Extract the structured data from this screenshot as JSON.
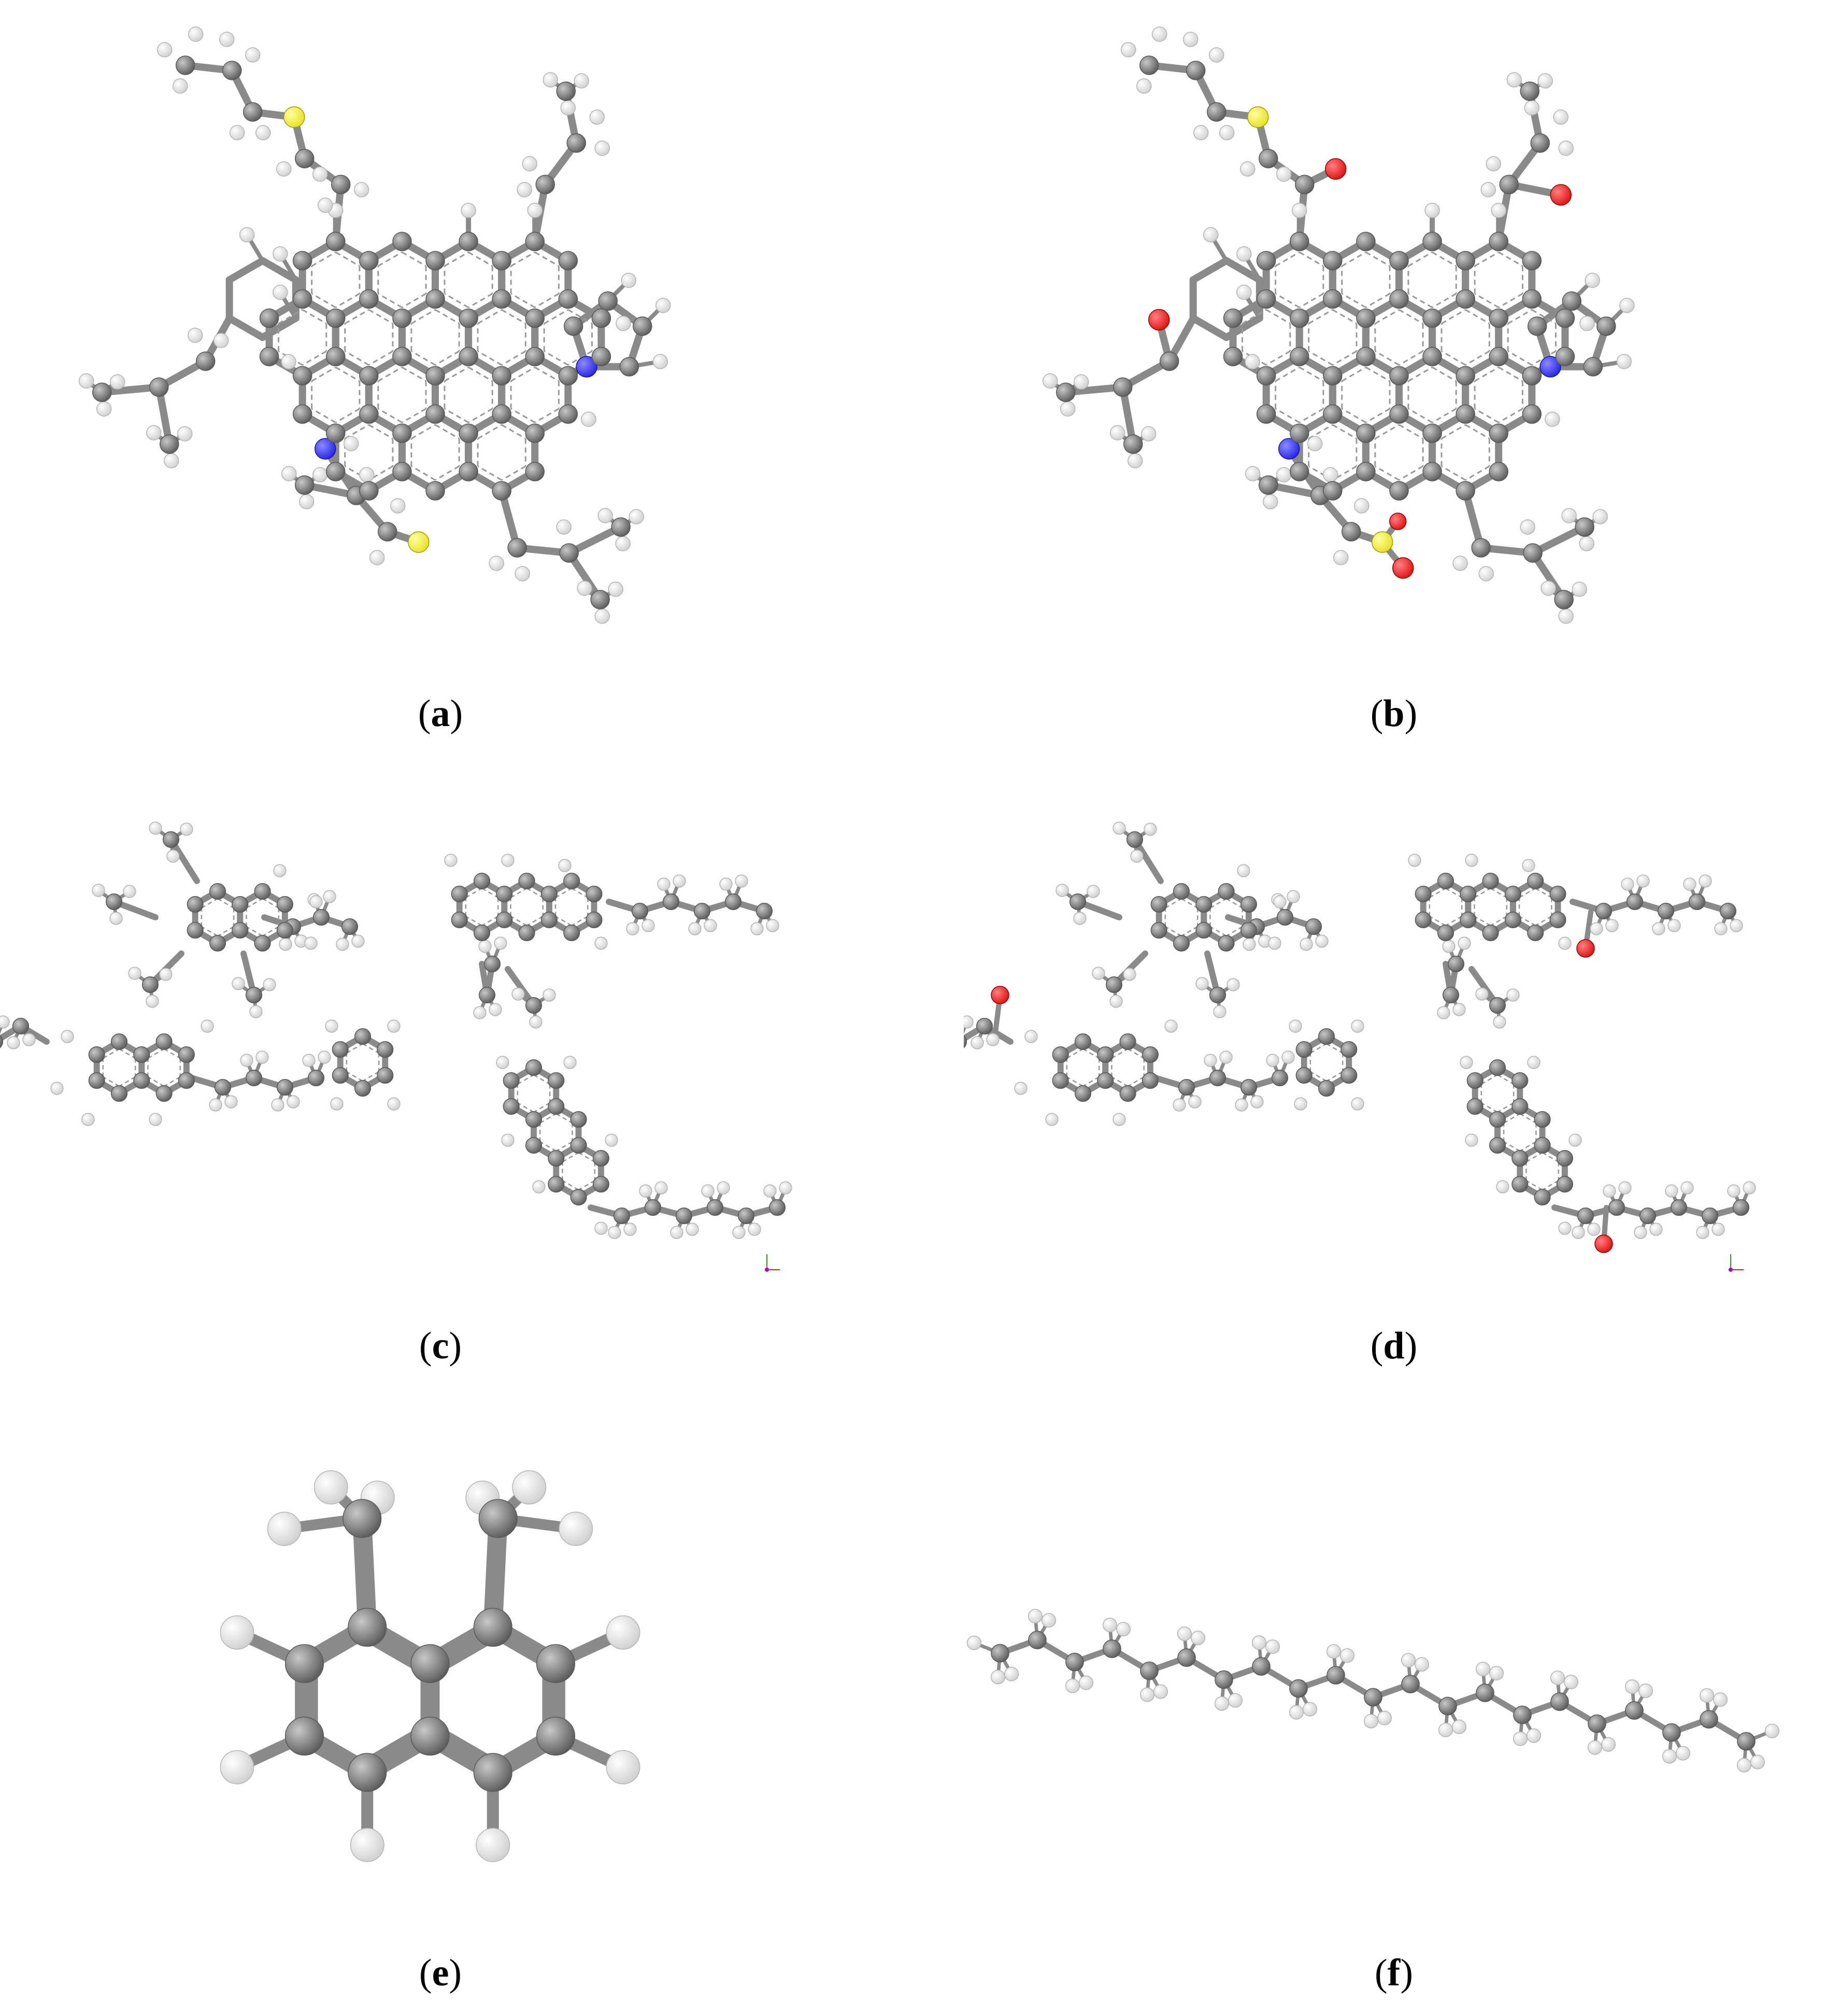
{
  "colors": {
    "carbon": "#7d7d7d",
    "carbon_dark": "#5a5a5a",
    "hydrogen": "#f2f2f2",
    "hydrogen_edge": "#b5b5b5",
    "bond": "#8a8a8a",
    "nitrogen": "#2525e6",
    "sulfur": "#e8e020",
    "oxygen": "#e01010"
  },
  "panels": [
    {
      "id": "a",
      "label": "a",
      "description_icon": "molecule-model"
    },
    {
      "id": "b",
      "label": "b",
      "description_icon": "molecule-model"
    },
    {
      "id": "c",
      "label": "c",
      "description_icon": "molecule-model"
    },
    {
      "id": "d",
      "label": "d",
      "description_icon": "molecule-model"
    },
    {
      "id": "e",
      "label": "e",
      "description_icon": "molecule-model"
    },
    {
      "id": "f",
      "label": "f",
      "description_icon": "molecule-model"
    }
  ]
}
